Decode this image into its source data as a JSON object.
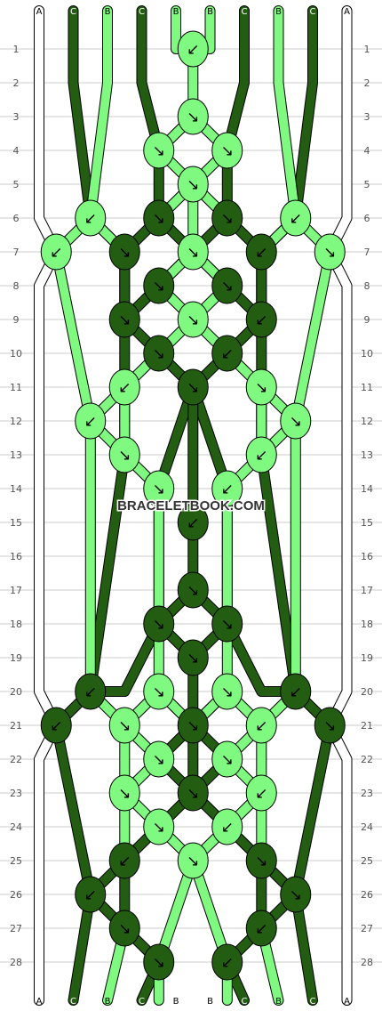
{
  "watermark": "BRACELETBOOK.COM",
  "colors": {
    "A": "#ffffff",
    "B": "#80f980",
    "C": "#235d11",
    "outline": "#000000",
    "rule": "#cccccc",
    "label": "#555555"
  },
  "strand_letters_top": [
    "A",
    "C",
    "B",
    "C",
    "B",
    "B",
    "C",
    "B",
    "C",
    "A"
  ],
  "strand_letters_bottom": [
    "A",
    "C",
    "B",
    "C",
    "B",
    "B",
    "C",
    "B",
    "C",
    "A"
  ],
  "row_numbers": [
    "1",
    "2",
    "3",
    "4",
    "5",
    "6",
    "7",
    "8",
    "9",
    "10",
    "11",
    "12",
    "13",
    "14",
    "15",
    "16",
    "17",
    "18",
    "19",
    "20",
    "21",
    "22",
    "23",
    "24",
    "25",
    "26",
    "27",
    "28"
  ],
  "knots": [
    {
      "row": 1,
      "col": 4.5,
      "color": "B",
      "arrow": "↙"
    },
    {
      "row": 3,
      "col": 4.5,
      "color": "B",
      "arrow": "↘"
    },
    {
      "row": 4,
      "col": 3.5,
      "color": "B",
      "arrow": "↘"
    },
    {
      "row": 4,
      "col": 5.5,
      "color": "B",
      "arrow": "↘"
    },
    {
      "row": 5,
      "col": 4.5,
      "color": "B",
      "arrow": "↘"
    },
    {
      "row": 6,
      "col": 1.5,
      "color": "B",
      "arrow": "↙"
    },
    {
      "row": 6,
      "col": 3.5,
      "color": "C",
      "arrow": "↘"
    },
    {
      "row": 6,
      "col": 5.5,
      "color": "C",
      "arrow": "↘"
    },
    {
      "row": 6,
      "col": 7.5,
      "color": "B",
      "arrow": "↙"
    },
    {
      "row": 7,
      "col": 0.5,
      "color": "B",
      "arrow": "↙"
    },
    {
      "row": 7,
      "col": 2.5,
      "color": "C",
      "arrow": "↘"
    },
    {
      "row": 7,
      "col": 4.5,
      "color": "B",
      "arrow": "↘"
    },
    {
      "row": 7,
      "col": 6.5,
      "color": "C",
      "arrow": "↙"
    },
    {
      "row": 7,
      "col": 8.5,
      "color": "B",
      "arrow": "↘"
    },
    {
      "row": 8,
      "col": 3.5,
      "color": "C",
      "arrow": "↘"
    },
    {
      "row": 8,
      "col": 5.5,
      "color": "C",
      "arrow": "↘"
    },
    {
      "row": 9,
      "col": 2.5,
      "color": "C",
      "arrow": "↘"
    },
    {
      "row": 9,
      "col": 4.5,
      "color": "B",
      "arrow": "↘"
    },
    {
      "row": 9,
      "col": 6.5,
      "color": "C",
      "arrow": "↙"
    },
    {
      "row": 10,
      "col": 3.5,
      "color": "C",
      "arrow": "↘"
    },
    {
      "row": 10,
      "col": 5.5,
      "color": "C",
      "arrow": "↙"
    },
    {
      "row": 11,
      "col": 2.5,
      "color": "B",
      "arrow": "↙"
    },
    {
      "row": 11,
      "col": 4.5,
      "color": "C",
      "arrow": "↘"
    },
    {
      "row": 11,
      "col": 6.5,
      "color": "B",
      "arrow": "↘"
    },
    {
      "row": 12,
      "col": 1.5,
      "color": "B",
      "arrow": "↙"
    },
    {
      "row": 12,
      "col": 7.5,
      "color": "B",
      "arrow": "↘"
    },
    {
      "row": 13,
      "col": 2.5,
      "color": "B",
      "arrow": "↘"
    },
    {
      "row": 13,
      "col": 6.5,
      "color": "B",
      "arrow": "↙"
    },
    {
      "row": 14,
      "col": 3.5,
      "color": "B",
      "arrow": "↘"
    },
    {
      "row": 14,
      "col": 5.5,
      "color": "B",
      "arrow": "↙"
    },
    {
      "row": 15,
      "col": 4.5,
      "color": "C",
      "arrow": "↙"
    },
    {
      "row": 17,
      "col": 4.5,
      "color": "C",
      "arrow": "↘"
    },
    {
      "row": 18,
      "col": 3.5,
      "color": "C",
      "arrow": "↘"
    },
    {
      "row": 18,
      "col": 5.5,
      "color": "C",
      "arrow": "↘"
    },
    {
      "row": 19,
      "col": 4.5,
      "color": "C",
      "arrow": "↘"
    },
    {
      "row": 20,
      "col": 1.5,
      "color": "C",
      "arrow": "↙"
    },
    {
      "row": 20,
      "col": 3.5,
      "color": "B",
      "arrow": "↘"
    },
    {
      "row": 20,
      "col": 5.5,
      "color": "B",
      "arrow": "↘"
    },
    {
      "row": 20,
      "col": 7.5,
      "color": "C",
      "arrow": "↙"
    },
    {
      "row": 21,
      "col": 0.5,
      "color": "C",
      "arrow": "↙"
    },
    {
      "row": 21,
      "col": 2.5,
      "color": "B",
      "arrow": "↘"
    },
    {
      "row": 21,
      "col": 4.5,
      "color": "C",
      "arrow": "↘"
    },
    {
      "row": 21,
      "col": 6.5,
      "color": "B",
      "arrow": "↙"
    },
    {
      "row": 21,
      "col": 8.5,
      "color": "C",
      "arrow": "↘"
    },
    {
      "row": 22,
      "col": 3.5,
      "color": "B",
      "arrow": "↘"
    },
    {
      "row": 22,
      "col": 5.5,
      "color": "B",
      "arrow": "↘"
    },
    {
      "row": 23,
      "col": 2.5,
      "color": "B",
      "arrow": "↘"
    },
    {
      "row": 23,
      "col": 4.5,
      "color": "C",
      "arrow": "↘"
    },
    {
      "row": 23,
      "col": 6.5,
      "color": "B",
      "arrow": "↙"
    },
    {
      "row": 24,
      "col": 3.5,
      "color": "B",
      "arrow": "↘"
    },
    {
      "row": 24,
      "col": 5.5,
      "color": "B",
      "arrow": "↙"
    },
    {
      "row": 25,
      "col": 2.5,
      "color": "C",
      "arrow": "↙"
    },
    {
      "row": 25,
      "col": 4.5,
      "color": "B",
      "arrow": "↘"
    },
    {
      "row": 25,
      "col": 6.5,
      "color": "C",
      "arrow": "↘"
    },
    {
      "row": 26,
      "col": 1.5,
      "color": "C",
      "arrow": "↙"
    },
    {
      "row": 26,
      "col": 7.5,
      "color": "C",
      "arrow": "↘"
    },
    {
      "row": 27,
      "col": 2.5,
      "color": "C",
      "arrow": "↘"
    },
    {
      "row": 27,
      "col": 6.5,
      "color": "C",
      "arrow": "↙"
    },
    {
      "row": 28,
      "col": 3.5,
      "color": "C",
      "arrow": "↘"
    },
    {
      "row": 28,
      "col": 5.5,
      "color": "C",
      "arrow": "↙"
    }
  ],
  "threads": [
    {
      "color": "C",
      "points": [
        [
          1,
          0
        ],
        [
          1,
          2
        ],
        [
          1.5,
          6
        ],
        [
          2.5,
          7
        ],
        [
          2.5,
          9
        ],
        [
          3.5,
          10
        ],
        [
          4.5,
          11
        ],
        [
          5.5,
          14
        ],
        [
          5.5,
          18
        ],
        [
          4.5,
          19
        ],
        [
          4.5,
          21
        ],
        [
          4.5,
          23
        ],
        [
          5.5,
          24
        ],
        [
          6.5,
          25
        ],
        [
          7.5,
          26
        ],
        [
          8,
          28.5
        ]
      ]
    },
    {
      "color": "C",
      "points": [
        [
          8,
          0
        ],
        [
          8,
          2
        ],
        [
          7.5,
          6
        ],
        [
          6.5,
          7
        ],
        [
          6.5,
          9
        ],
        [
          5.5,
          10
        ],
        [
          4.5,
          11
        ],
        [
          3.5,
          14
        ],
        [
          3.5,
          18
        ],
        [
          4.5,
          19
        ]
      ]
    },
    {
      "color": "C",
      "points": [
        [
          3,
          0
        ],
        [
          3,
          2
        ],
        [
          3.5,
          4
        ],
        [
          3.5,
          6
        ],
        [
          2.5,
          7
        ]
      ]
    },
    {
      "color": "C",
      "points": [
        [
          6,
          0
        ],
        [
          6,
          2
        ],
        [
          5.5,
          4
        ],
        [
          5.5,
          6
        ],
        [
          6.5,
          7
        ]
      ]
    },
    {
      "color": "C",
      "points": [
        [
          3.5,
          6
        ],
        [
          4.5,
          7
        ],
        [
          5.5,
          8
        ],
        [
          6.5,
          9
        ]
      ]
    },
    {
      "color": "C",
      "points": [
        [
          5.5,
          6
        ],
        [
          4.5,
          7
        ],
        [
          3.5,
          8
        ],
        [
          2.5,
          9
        ]
      ]
    },
    {
      "color": "C",
      "points": [
        [
          4.5,
          11
        ],
        [
          4.5,
          15
        ],
        [
          4.5,
          17
        ],
        [
          3.5,
          18
        ]
      ]
    },
    {
      "color": "C",
      "points": [
        [
          4.5,
          17
        ],
        [
          5.5,
          18
        ]
      ]
    },
    {
      "color": "C",
      "points": [
        [
          2.5,
          7
        ],
        [
          2.5,
          11
        ],
        [
          2.5,
          13
        ],
        [
          1.5,
          20
        ],
        [
          0.5,
          21
        ],
        [
          1.5,
          26
        ],
        [
          1,
          28.5
        ]
      ]
    },
    {
      "color": "C",
      "points": [
        [
          6.5,
          7
        ],
        [
          6.5,
          11
        ],
        [
          6.5,
          13
        ],
        [
          7.5,
          20
        ],
        [
          8.5,
          21
        ],
        [
          7.5,
          26
        ]
      ]
    },
    {
      "color": "C",
      "points": [
        [
          3.5,
          18
        ],
        [
          2.5,
          20
        ],
        [
          1.5,
          20
        ]
      ]
    },
    {
      "color": "C",
      "points": [
        [
          5.5,
          18
        ],
        [
          6.5,
          20
        ],
        [
          7.5,
          20
        ]
      ]
    },
    {
      "color": "C",
      "points": [
        [
          3.5,
          20
        ],
        [
          4.5,
          21
        ],
        [
          5.5,
          22
        ],
        [
          4.5,
          23
        ],
        [
          3.5,
          24
        ],
        [
          2.5,
          25
        ],
        [
          1.5,
          26
        ],
        [
          2.5,
          27
        ],
        [
          3.5,
          28
        ],
        [
          3,
          28.5
        ]
      ]
    },
    {
      "color": "C",
      "points": [
        [
          5.5,
          20
        ],
        [
          4.5,
          21
        ],
        [
          3.5,
          22
        ],
        [
          4.5,
          23
        ],
        [
          5.5,
          24
        ],
        [
          6.5,
          25
        ],
        [
          6.5,
          27
        ],
        [
          5.5,
          28
        ],
        [
          6,
          28.5
        ]
      ]
    },
    {
      "color": "C",
      "points": [
        [
          2.5,
          25
        ],
        [
          2.5,
          27
        ]
      ]
    },
    {
      "color": "C",
      "points": [
        [
          6.5,
          25
        ],
        [
          7.5,
          26
        ],
        [
          6.5,
          27
        ]
      ]
    },
    {
      "color": "B",
      "points": [
        [
          2,
          0
        ],
        [
          2,
          2
        ],
        [
          1.5,
          6
        ],
        [
          0.5,
          7
        ],
        [
          1.5,
          12
        ],
        [
          1.5,
          20
        ],
        [
          2.5,
          21
        ],
        [
          3.5,
          22
        ],
        [
          2.5,
          23
        ],
        [
          2.5,
          25
        ]
      ]
    },
    {
      "color": "B",
      "points": [
        [
          7,
          0
        ],
        [
          7,
          2
        ],
        [
          7.5,
          6
        ],
        [
          8.5,
          7
        ],
        [
          7.5,
          12
        ],
        [
          7.5,
          20
        ],
        [
          6.5,
          21
        ],
        [
          5.5,
          22
        ],
        [
          6.5,
          23
        ],
        [
          6.5,
          25
        ]
      ]
    },
    {
      "color": "B",
      "points": [
        [
          4,
          0
        ],
        [
          4,
          1
        ],
        [
          4.5,
          1
        ],
        [
          4.5,
          3
        ],
        [
          3.5,
          4
        ],
        [
          4.5,
          5
        ],
        [
          5.5,
          6
        ]
      ]
    },
    {
      "color": "B",
      "points": [
        [
          5,
          0
        ],
        [
          5,
          1
        ],
        [
          4.5,
          1
        ]
      ]
    },
    {
      "color": "B",
      "points": [
        [
          4.5,
          3
        ],
        [
          5.5,
          4
        ],
        [
          4.5,
          5
        ],
        [
          3.5,
          6
        ]
      ]
    },
    {
      "color": "B",
      "points": [
        [
          4.5,
          5
        ],
        [
          4.5,
          7
        ],
        [
          3.5,
          8
        ],
        [
          4.5,
          9
        ],
        [
          5.5,
          10
        ],
        [
          6.5,
          11
        ],
        [
          7.5,
          12
        ],
        [
          6.5,
          13
        ],
        [
          5.5,
          14
        ],
        [
          5.5,
          20
        ],
        [
          6.5,
          21
        ],
        [
          6.5,
          23
        ]
      ]
    },
    {
      "color": "B",
      "points": [
        [
          4.5,
          7
        ],
        [
          5.5,
          8
        ],
        [
          4.5,
          9
        ],
        [
          3.5,
          10
        ],
        [
          2.5,
          11
        ],
        [
          1.5,
          12
        ],
        [
          2.5,
          13
        ],
        [
          3.5,
          14
        ],
        [
          3.5,
          20
        ],
        [
          2.5,
          21
        ],
        [
          2.5,
          23
        ]
      ]
    },
    {
      "color": "B",
      "points": [
        [
          1.5,
          6
        ],
        [
          2.5,
          7
        ]
      ]
    },
    {
      "color": "B",
      "points": [
        [
          7.5,
          6
        ],
        [
          6.5,
          7
        ]
      ]
    },
    {
      "color": "B",
      "points": [
        [
          2.5,
          11
        ],
        [
          2.5,
          13
        ]
      ]
    },
    {
      "color": "B",
      "points": [
        [
          6.5,
          11
        ],
        [
          6.5,
          13
        ]
      ]
    },
    {
      "color": "B",
      "points": [
        [
          3.5,
          20
        ],
        [
          4.5,
          21
        ],
        [
          5.5,
          20
        ]
      ]
    },
    {
      "color": "B",
      "points": [
        [
          2.5,
          23
        ],
        [
          3.5,
          24
        ],
        [
          4.5,
          25
        ],
        [
          5.5,
          24
        ],
        [
          6.5,
          23
        ]
      ]
    },
    {
      "color": "B",
      "points": [
        [
          4.5,
          25
        ],
        [
          3.5,
          28
        ],
        [
          3.5,
          28.5
        ]
      ]
    },
    {
      "color": "B",
      "points": [
        [
          4.5,
          25
        ],
        [
          5.5,
          28
        ],
        [
          5.5,
          28.5
        ]
      ]
    },
    {
      "color": "B",
      "points": [
        [
          2.5,
          27
        ],
        [
          2,
          28.5
        ]
      ]
    },
    {
      "color": "B",
      "points": [
        [
          6.5,
          27
        ],
        [
          7,
          28.5
        ]
      ]
    }
  ]
}
